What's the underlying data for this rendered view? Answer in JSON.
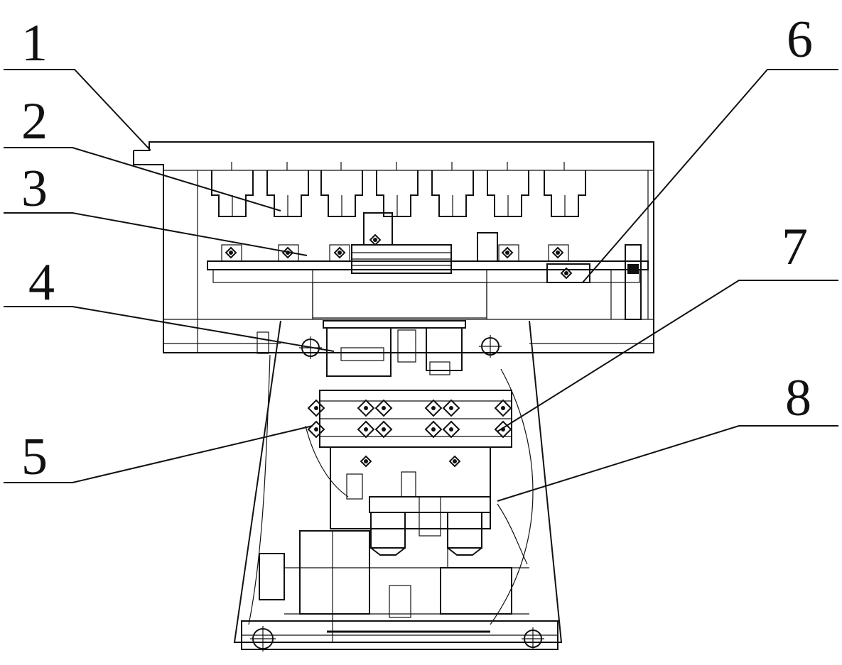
{
  "callouts": [
    "1",
    "2",
    "3",
    "4",
    "5",
    "6",
    "7",
    "8"
  ],
  "colors": {
    "ink": "#111111",
    "paper": "#ffffff"
  }
}
